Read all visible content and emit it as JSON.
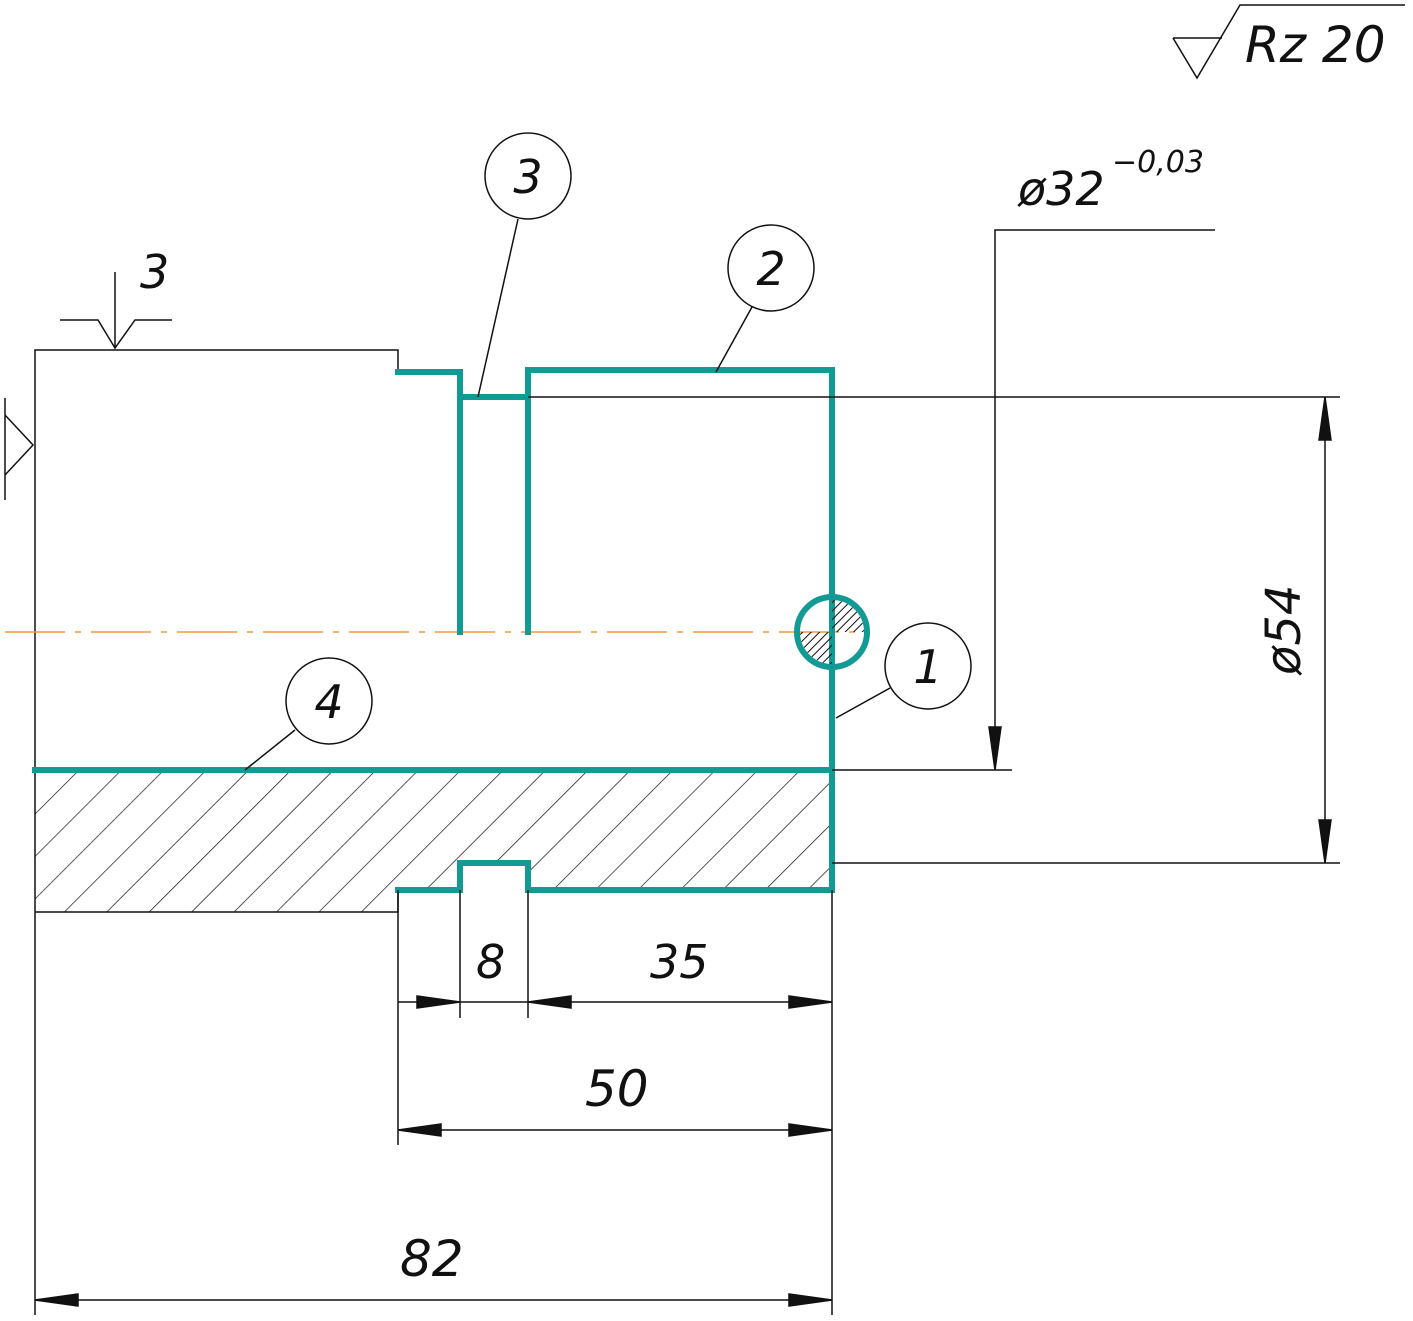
{
  "colors": {
    "profile": "#129a94",
    "centerline": "#f39a3a",
    "lines": "#111111"
  },
  "roughness": {
    "general": "Rz 20",
    "face": "3"
  },
  "dimensions": {
    "diameter_bore": "ø32",
    "diameter_bore_tolerance": "−0,03",
    "diameter_outer": "ø54",
    "groove_width": "8",
    "length_35": "35",
    "length_50": "50",
    "length_82": "82"
  },
  "balloons": [
    "1",
    "2",
    "3",
    "4"
  ]
}
